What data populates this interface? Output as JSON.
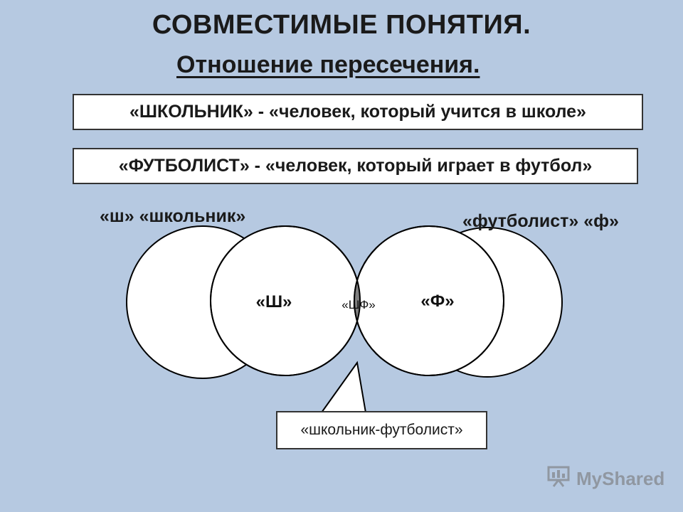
{
  "title": "СОВМЕСТИМЫЕ ПОНЯТИЯ.",
  "subtitle": "Отношение пересечения.",
  "definitions": [
    "«ШКОЛЬНИК» - «человек, который учится в школе»",
    "«ФУТБОЛИСТ» - «человек, который играет в футбол»"
  ],
  "diagram": {
    "left_outer_label": "«ш» «школьник»",
    "right_outer_label": "«футболист» «ф»",
    "left_circle_label": "«Ш»",
    "right_circle_label": "«Ф»",
    "intersection_label": "«ШФ»",
    "callout": "«школьник-футболист»",
    "colors": {
      "circle_fill": "#ffffff",
      "intersection_fill": "#808080",
      "stroke": "#000000"
    }
  },
  "watermark": {
    "text": "MyShared",
    "icon": "presentation-board-icon"
  }
}
